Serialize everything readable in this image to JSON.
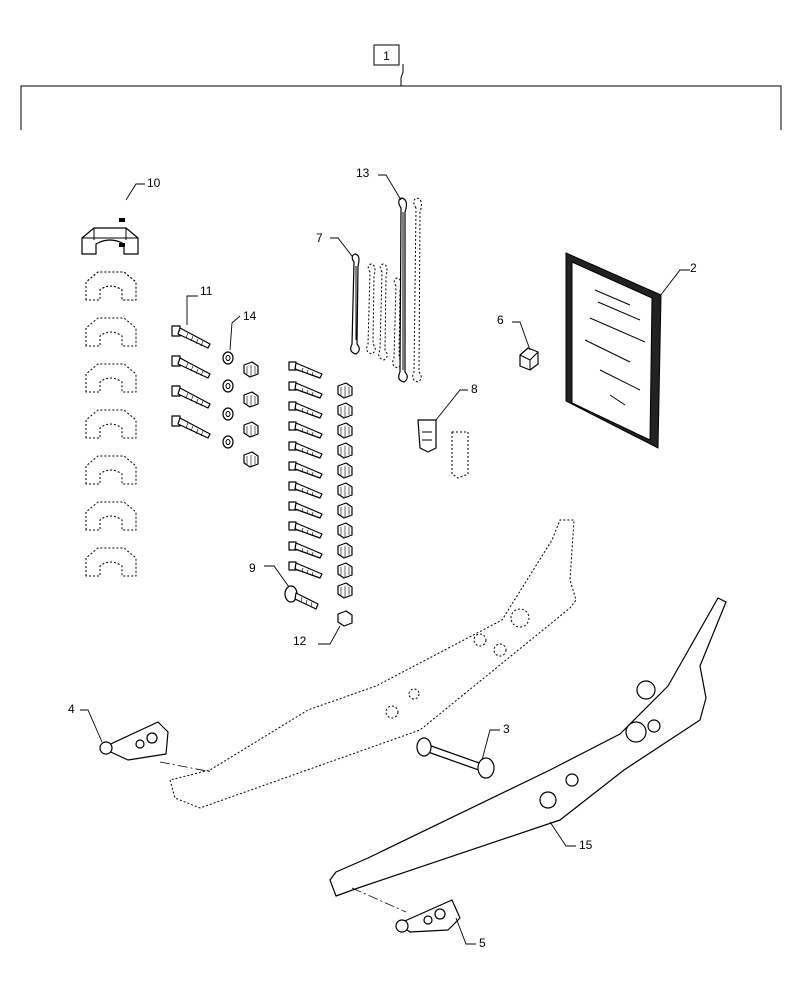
{
  "diagram": {
    "callouts": {
      "kit": "1",
      "manual": "2",
      "pin": "3",
      "left_bracket": "4",
      "right_bracket": "5",
      "cap": "6",
      "lanyard_short": "7",
      "clip": "8",
      "bolt_long": "9",
      "bracket_stack": "10",
      "bolt": "11",
      "nut": "12",
      "lanyard_long": "13",
      "washer": "14",
      "rail": "15"
    }
  }
}
